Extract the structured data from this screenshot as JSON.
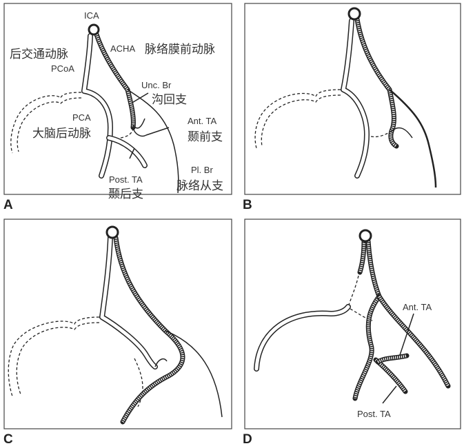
{
  "panels": {
    "A": {
      "letter": "A",
      "labels": {
        "ica": "ICA",
        "acha": "ACHA",
        "acha_zh": "脉络膜前动脉",
        "pcoa_zh": "后交通动脉",
        "pcoa": "PCoA",
        "unc": "Unc. Br",
        "unc_zh": "沟回支",
        "pca": "PCA",
        "pca_zh": "大脑后动脉",
        "ant_ta": "Ant. TA",
        "ant_ta_zh": "颞前支",
        "post_ta": "Post. TA",
        "post_ta_zh": "颞后支",
        "pl_br": "Pl. Br",
        "pl_br_zh": "脉络从支"
      }
    },
    "B": {
      "letter": "B"
    },
    "C": {
      "letter": "C"
    },
    "D": {
      "letter": "D",
      "labels": {
        "ant_ta": "Ant. TA",
        "post_ta": "Post. TA"
      }
    }
  }
}
